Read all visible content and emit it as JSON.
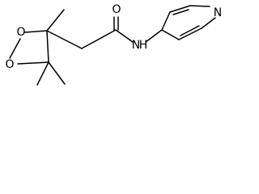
{
  "molecule": {
    "atoms": {
      "o1": "O",
      "o2": "O",
      "o3": "O",
      "n_amide": "N",
      "h_amide": "H",
      "n_ring": "N"
    }
  }
}
